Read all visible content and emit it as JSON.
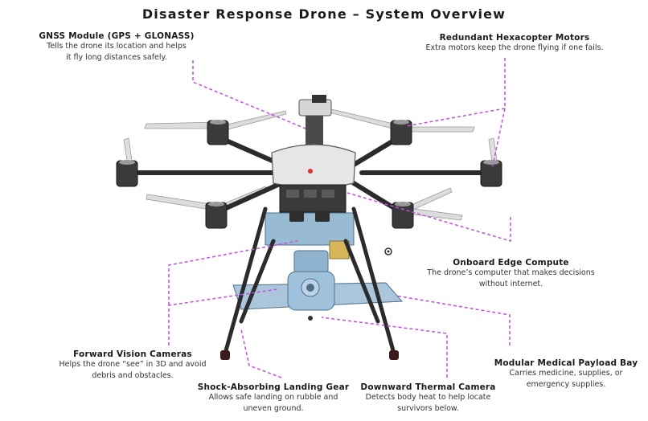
{
  "title": "Disaster Response Drone – System Overview",
  "colors": {
    "leader": "#c44fe0",
    "frame": "#2b2b2b",
    "payload": "#7fa9c8",
    "payload_edge": "#4d6f8c",
    "blade": "#d9d9d9",
    "body_shell": "#e6e6e6"
  },
  "callouts": {
    "gnss": {
      "name": "GNSS Module (GPS + GLONASS)",
      "desc": [
        "Tells the drone its location and helps",
        "it fly long distances safely."
      ]
    },
    "motors": {
      "name": "Redundant Hexacopter Motors",
      "desc": [
        "Extra motors keep the drone flying if one fails."
      ]
    },
    "compute": {
      "name": "Onboard Edge Compute",
      "desc": [
        "The drone’s computer that makes decisions",
        "without internet."
      ]
    },
    "vision": {
      "name": "Forward Vision Cameras",
      "desc": [
        "Helps the drone “see” in 3D and avoid",
        "debris and obstacles."
      ]
    },
    "payload": {
      "name": "Modular Medical Payload Bay",
      "desc": [
        "Carries medicine, supplies, or",
        "emergency supplies."
      ]
    },
    "gear": {
      "name": "Shock-Absorbing Landing Gear",
      "desc": [
        "Allows safe landing on rubble and",
        "uneven ground."
      ]
    },
    "thermal": {
      "name": "Downward Thermal Camera",
      "desc": [
        "Detects body heat to help locate",
        "survivors below."
      ]
    }
  }
}
